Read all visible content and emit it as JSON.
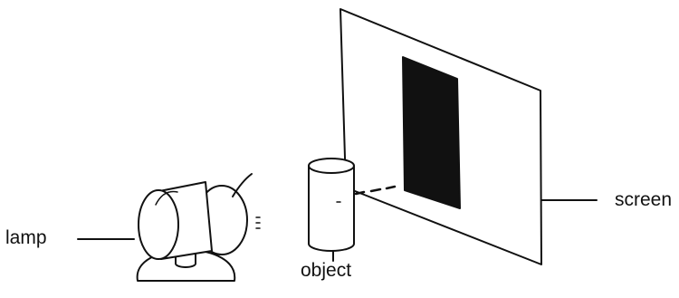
{
  "labels": {
    "lamp": "lamp",
    "object": "object",
    "screen": "screen"
  },
  "colors": {
    "ink": "#111111",
    "shadow": "#111111",
    "background": "#ffffff"
  }
}
